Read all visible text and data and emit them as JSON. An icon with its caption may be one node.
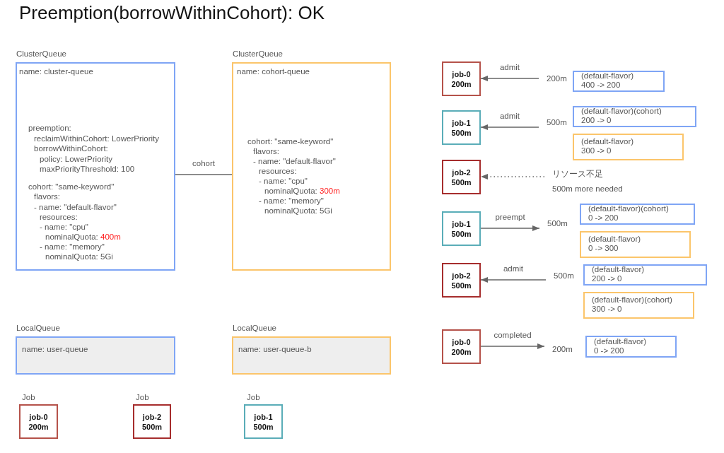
{
  "diagram": {
    "title": "Preemption(borrowWithinCohort): OK",
    "nodes": [
      {
        "text": [
          "ClusterQueue",
          "name: cluster-queue",
          "preemption:",
          "reclaimWithinCohort: LowerPriority",
          "borrowWithinCohort:",
          "policy: LowerPriority",
          "maxPriorityThreshold: 100",
          "cohort: \"same-keyword\"",
          "flavors:",
          "- name: \"default-flavor\"",
          "resources:",
          "- name: \"cpu\"",
          "nominalQuota: 400m",
          "- name: \"memory\"",
          "nominalQuota: 5Gi"
        ]
      },
      {
        "text": [
          "ClusterQueue",
          "name: cohort-queue",
          "cohort: \"same-keyword\"",
          "flavors:",
          "- name: \"default-flavor\"",
          "resources:",
          "- name: \"cpu\"",
          "nominalQuota: 300m",
          "- name: \"memory\"",
          "nominalQuota: 5Gi"
        ]
      },
      {
        "text": [
          "LocalQueue",
          "name: user-queue"
        ]
      },
      {
        "text": [
          "LocalQueue",
          "name: user-queue-b"
        ]
      },
      {
        "text": [
          "Job",
          "job-0",
          "200m"
        ]
      },
      {
        "text": [
          "Job",
          "job-2",
          "500m"
        ]
      },
      {
        "text": [
          "Job",
          "job-1",
          "500m"
        ]
      },
      {
        "text": [
          "job-0",
          "200m"
        ]
      },
      {
        "text": [
          "200m"
        ]
      },
      {
        "text": [
          "(default-flavor)",
          "400 -> 200"
        ]
      },
      {
        "text": [
          "job-1",
          "500m"
        ]
      },
      {
        "text": [
          "500m"
        ]
      },
      {
        "text": [
          "(default-flavor)(cohort)",
          "200 -> 0"
        ]
      },
      {
        "text": [
          "(default-flavor)",
          "300 -> 0"
        ]
      },
      {
        "text": [
          "job-2",
          "500m"
        ]
      },
      {
        "text": [
          "リソース不足",
          "500m more needed"
        ]
      },
      {
        "text": [
          "job-1",
          "500m"
        ]
      },
      {
        "text": [
          "500m"
        ]
      },
      {
        "text": [
          "(default-flavor)(cohort)",
          "0 -> 200"
        ]
      },
      {
        "text": [
          "(default-flavor)",
          "0 -> 300"
        ]
      },
      {
        "text": [
          "job-2",
          "500m"
        ]
      },
      {
        "text": [
          "500m"
        ]
      },
      {
        "text": [
          "(default-flavor)",
          "200 -> 0"
        ]
      },
      {
        "text": [
          "(default-flavor)(cohort)",
          "300 -> 0"
        ]
      },
      {
        "text": [
          "job-0",
          "200m"
        ]
      },
      {
        "text": [
          "200m"
        ]
      },
      {
        "text": [
          "(default-flavor)",
          "0 -> 200"
        ]
      }
    ],
    "edges": [
      {
        "from": 0,
        "to": 1,
        "arrow": "none",
        "label": "cohort"
      },
      {
        "from": 8,
        "to": 7,
        "arrow": "to",
        "label": "admit"
      },
      {
        "from": 11,
        "to": 10,
        "arrow": "to",
        "label": "admit"
      },
      {
        "from": 15,
        "to": 14,
        "arrow": "to",
        "style": "dashed"
      },
      {
        "from": 16,
        "to": 17,
        "arrow": "to",
        "label": "preempt"
      },
      {
        "from": 21,
        "to": 20,
        "arrow": "to",
        "label": "admit"
      },
      {
        "from": 24,
        "to": 25,
        "arrow": "to",
        "label": "completed"
      }
    ]
  }
}
